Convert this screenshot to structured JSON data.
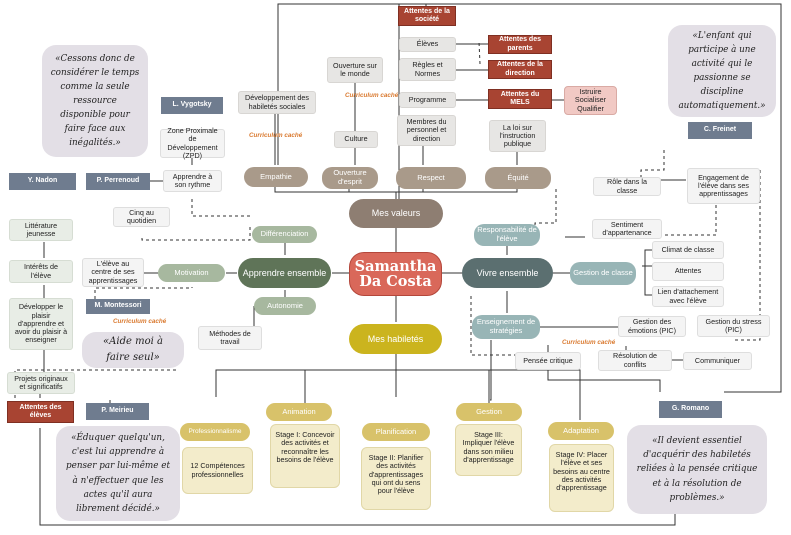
{
  "center": {
    "line1": "Samantha",
    "line2": "Da Costa"
  },
  "hubs": {
    "valeurs": "Mes valeurs",
    "apprendre": "Apprendre ensemble",
    "vivre": "Vivre ensemble",
    "habiletes": "Mes habiletés"
  },
  "curriculum_label": "Curriculum caché",
  "top": {
    "societe": "Attentes de la société",
    "eleves": "Élèves",
    "parents": "Attentes des parents",
    "regles": "Règles et Normes",
    "direction": "Attentes de la direction",
    "programme": "Programme",
    "mels": "Attentes du MELS",
    "istruire": "Istruire Socialiser Qualifier",
    "ouverture_monde": "Ouverture sur le monde",
    "dev_social": "Développement des habiletés sociales",
    "culture": "Culture",
    "membres": "Membres du personnel et direction",
    "loi": "La loi sur l'instruction publique",
    "empathie": "Empathie",
    "ouverture_esprit": "Ouverture d'esprit",
    "respect": "Respect",
    "equite": "Équité"
  },
  "left": {
    "vygotsky": "L. Vygotsky",
    "zpd": "Zone Proximale de Développement (ZPD)",
    "rythme": "Apprendre à son rythme",
    "nadon": "Y. Nadon",
    "perrenoud": "P. Perrenoud",
    "litterature": "Littérature jeunesse",
    "cinq": "Cinq au quotidien",
    "differenciation": "Différenciation",
    "interets": "Intérêts de l'élève",
    "eleve_centre": "L'élève au centre de ses apprentissages",
    "motivation": "Motivation",
    "plaisir": "Développer le plaisir d'apprendre et avoir du plaisir à enseigner",
    "montessori": "M. Montessori",
    "autonomie": "Autonomie",
    "methodes": "Méthodes de travail",
    "projets": "Projets originaux et significatifs",
    "attentes_eleves": "Attentes des élèves",
    "meirieu": "P. Meirieu"
  },
  "right": {
    "freinet": "C. Freinet",
    "engagement": "Engagement de l'élève dans ses apprentissages",
    "role_classe": "Rôle dans la classe",
    "responsabilite": "Responsabilité de l'élève",
    "sentiment": "Sentiment d'appartenance",
    "climat": "Climat de classe",
    "attentes": "Attentes",
    "lien": "Lien d'attachement avec l'élève",
    "gestion_classe": "Gestion de classe",
    "enseignement": "Enseignement de stratégies",
    "emotions": "Gestion des émotions (PIC)",
    "stress": "Gestion du stress (PIC)",
    "pensee": "Pensée critique",
    "resolution": "Résolution de conflits",
    "communiquer": "Communiquer",
    "romano": "G. Romano"
  },
  "bottom": {
    "professionnalisme": "Professionnalisme",
    "competences": "12 Compétences professionnelles",
    "animation": "Animation",
    "stage1": "Stage I: Concevoir des activités et reconnaître les besoins de l'élève",
    "planification": "Planification",
    "stage2": "Stage II: Planifier des activités d'apprentissages qui ont du sens pour l'élève",
    "gestion": "Gestion",
    "stage3": "Stage III: Impliquer l'élève dans son milieu d'apprentissage",
    "adaptation": "Adaptation",
    "stage4": "Stage IV: Placer l'élève et ses besoins au centre des activités d'apprentissage"
  },
  "quotes": {
    "temps": "«Cessons donc de considérer le temps comme la seule ressource disponible pour faire face aux inégalités.»",
    "enfant": "«L'enfant qui participe à une activité qui le passionne se discipline automatiquement.»",
    "seul": "«Aide moi à faire seul»",
    "eduquer": "«Éduquer quelqu'un, c'est lui apprendre à penser par lui-même et à n'effectuer que les actes qu'il aura librement décidé.»",
    "essentiel": "«Il devient essentiel d'acquérir des habiletés reliées à la pensée critique et à la résolution de problèmes.»"
  },
  "colors": {
    "center": "#d9685a",
    "valeurs": "#8e7e72",
    "apprendre": "#5f7458",
    "vivre": "#5b6f70",
    "habiletes": "#cbb41e",
    "brown": "#a84432",
    "slate": "#6f7c8f"
  }
}
